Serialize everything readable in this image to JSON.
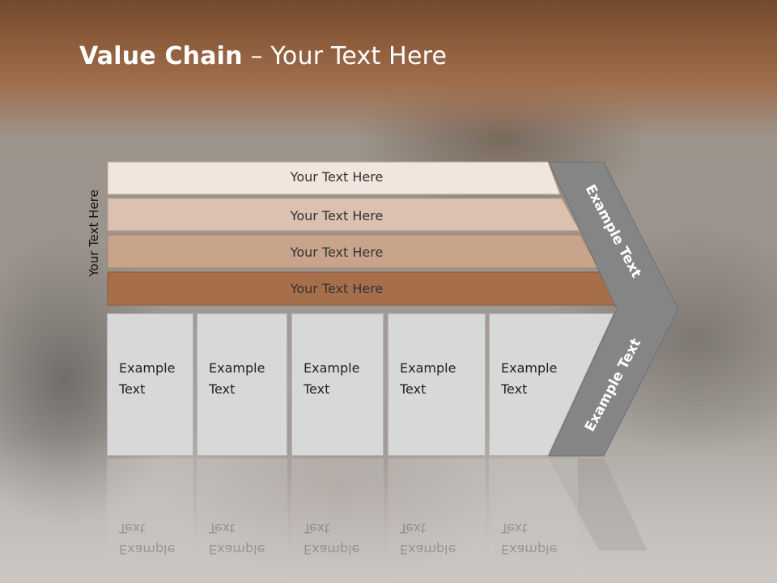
{
  "title": {
    "bold": "Value Chain",
    "rest": " – Your Text Here"
  },
  "side_label": "Your Text Here",
  "bars": [
    {
      "label": "Your Text Here",
      "color": "#f1e5de"
    },
    {
      "label": "Your Text Here",
      "color": "#dcc1b1"
    },
    {
      "label": "Your Text Here",
      "color": "#c8a48b"
    },
    {
      "label": "Your Text Here",
      "color": "#a76e4c"
    }
  ],
  "chevron": {
    "top_label": "Example Text",
    "bottom_label": "Example Text",
    "color": "#858585"
  },
  "boxes": [
    {
      "line1": "Example",
      "line2": "Text"
    },
    {
      "line1": "Example",
      "line2": "Text"
    },
    {
      "line1": "Example",
      "line2": "Text"
    },
    {
      "line1": "Example",
      "line2": "Text"
    },
    {
      "line1": "Example",
      "line2": "Text"
    }
  ]
}
